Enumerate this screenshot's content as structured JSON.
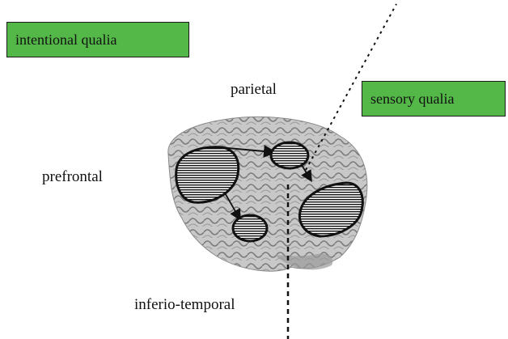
{
  "labels": {
    "intentional_qualia": "intentional qualia",
    "sensory_qualia": "sensory qualia",
    "parietal": "parietal",
    "prefrontal": "prefrontal",
    "inferio_temporal": "inferio-temporal"
  },
  "colors": {
    "box_fill": "#54b848",
    "brain_base": "#bdbdbd",
    "outline": "#111111"
  }
}
